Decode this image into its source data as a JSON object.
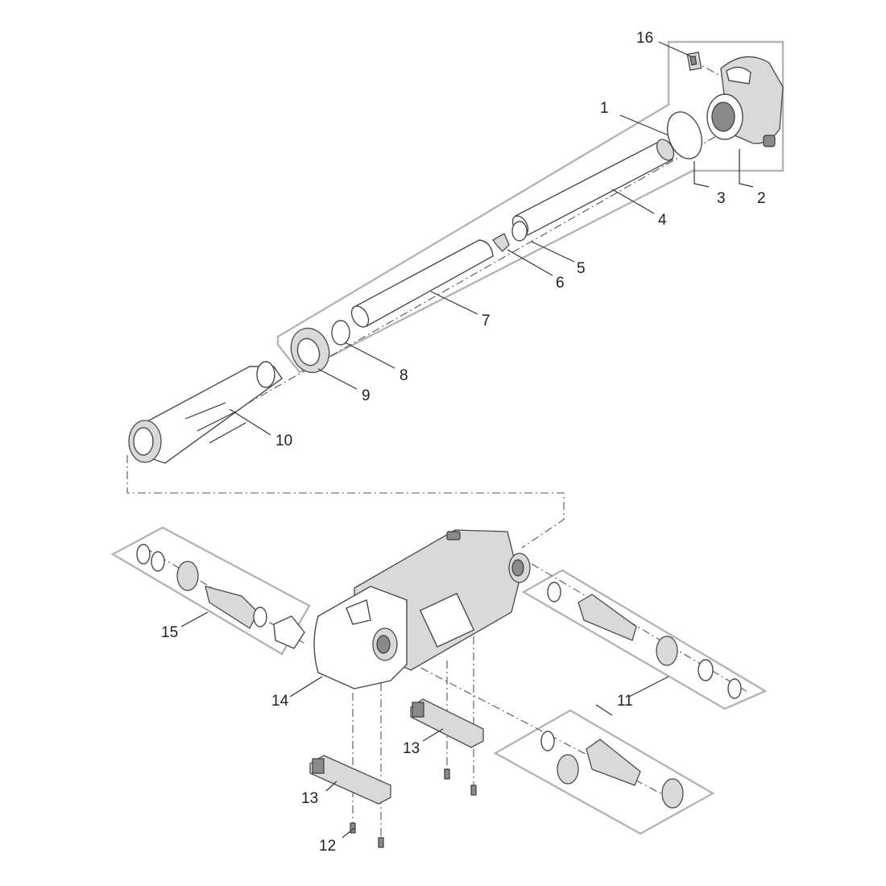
{
  "diagram": {
    "callouts": [
      {
        "id": "c1",
        "label": "1"
      },
      {
        "id": "c2",
        "label": "2"
      },
      {
        "id": "c3",
        "label": "3"
      },
      {
        "id": "c4",
        "label": "4"
      },
      {
        "id": "c5",
        "label": "5"
      },
      {
        "id": "c6",
        "label": "6"
      },
      {
        "id": "c7",
        "label": "7"
      },
      {
        "id": "c8",
        "label": "8"
      },
      {
        "id": "c9",
        "label": "9"
      },
      {
        "id": "c10",
        "label": "10"
      },
      {
        "id": "c11",
        "label": "11"
      },
      {
        "id": "c12",
        "label": "12"
      },
      {
        "id": "c13a",
        "label": "13"
      },
      {
        "id": "c13b",
        "label": "13"
      },
      {
        "id": "c14",
        "label": "14"
      },
      {
        "id": "c15",
        "label": "15"
      },
      {
        "id": "c16",
        "label": "16"
      }
    ]
  }
}
